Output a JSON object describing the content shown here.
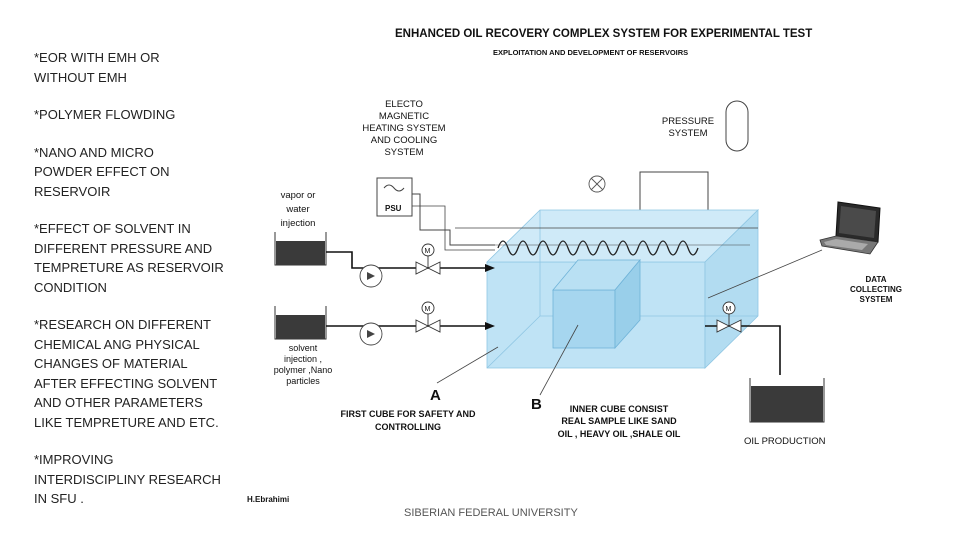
{
  "bullets": [
    "*EOR WITH EMH OR\nWITHOUT EMH",
    "*POLYMER FLOWDING",
    "*NANO AND MICRO\nPOWDER EFFECT ON\nRESERVOIR",
    "*EFFECT OF SOLVENT IN\nDIFFERENT PRESSURE AND\nTEMPRETURE AS RESERVOIR\nCONDITION",
    "*RESEARCH ON DIFFERENT\nCHEMICAL ANG PHYSICAL\nCHANGES OF MATERIAL\nAFTER EFFECTING SOLVENT\nAND OTHER PARAMETERS\nLIKE TEMPRETURE AND ETC.",
    "*IMPROVING\nINTERDISCIPLINY RESEARCH\nIN SFU ."
  ],
  "diagram": {
    "title": "ENHANCED OIL RECOVERY COMPLEX SYSTEM FOR EXPERIMENTAL TEST",
    "subtitle": "EXPLOITATION AND DEVELOPMENT OF RESERVOIRS",
    "emh_label": [
      "ELECTO",
      "MAGNETIC",
      "HEATING SYSTEM",
      "AND COOLING",
      "SYSTEM"
    ],
    "pressure_label": [
      "PRESSURE",
      "SYSTEM"
    ],
    "vapor_label": [
      "vapor or",
      "water",
      "injection"
    ],
    "solvent_label": [
      "solvent",
      "injection ,",
      "polymer ,Nano",
      "particles"
    ],
    "psu_label": "PSU",
    "valve_label": "M",
    "label_a": "A",
    "label_b": "B",
    "cube_a_caption": [
      "FIRST CUBE FOR SAFETY AND",
      "CONTROLLING"
    ],
    "cube_b_caption": [
      "INNER CUBE CONSIST",
      "REAL SAMPLE LIKE SAND",
      "OIL , HEAVY OIL ,SHALE OIL"
    ],
    "data_label": [
      "DATA",
      "COLLECTING",
      "SYSTEM"
    ],
    "oil_production": "OIL PRODUCTION",
    "author": "H.Ebrahimi"
  },
  "footer": "SIBERIAN FEDERAL UNIVERSITY",
  "colors": {
    "outer_cube": "#bfe3f5",
    "inner_cube": "#a6d6ef",
    "tank": "#3a3a3a"
  }
}
